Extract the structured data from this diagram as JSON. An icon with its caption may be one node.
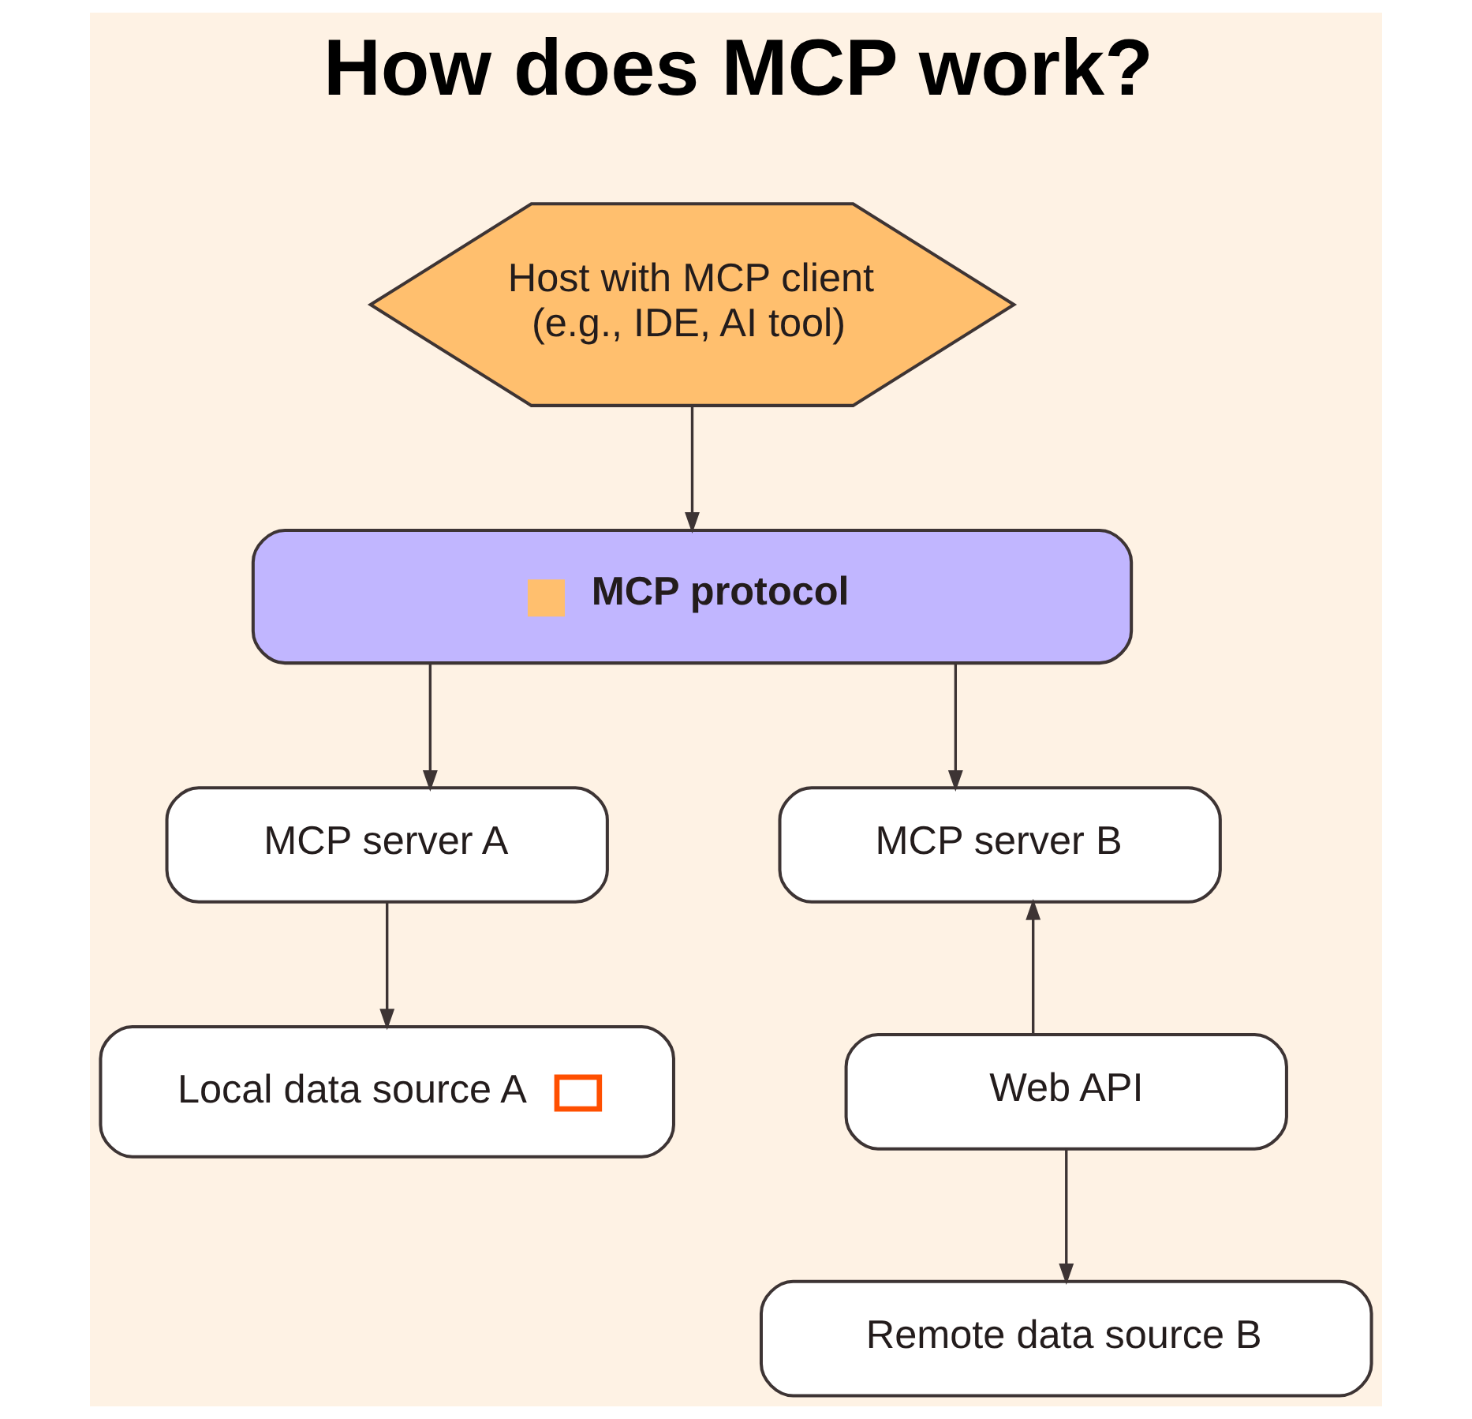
{
  "diagram": {
    "title": "How does MCP work?",
    "nodes": [
      {
        "text": [
          "Host with MCP client (e.g., IDE, AI tool)"
        ]
      },
      {
        "text": [
          "MCP protocol"
        ]
      },
      {
        "text": [
          "MCP server A"
        ]
      },
      {
        "text": [
          "MCP server B"
        ]
      },
      {
        "text": [
          "Local data source A"
        ]
      },
      {
        "text": [
          "Web API"
        ]
      },
      {
        "text": [
          "Remote data source B"
        ]
      }
    ],
    "edges": [
      {
        "from": 0,
        "to": 1,
        "arrow": "to"
      },
      {
        "from": 1,
        "to": 2,
        "arrow": "to"
      },
      {
        "from": 1,
        "to": 3,
        "arrow": "to"
      },
      {
        "from": 2,
        "to": 4,
        "arrow": "to"
      },
      {
        "from": 5,
        "to": 3,
        "arrow": "to"
      },
      {
        "from": 5,
        "to": 6,
        "arrow": "to"
      }
    ]
  }
}
